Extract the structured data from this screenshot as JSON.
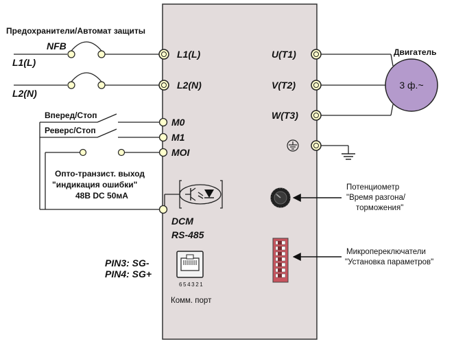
{
  "colors": {
    "panel": "#e3dcdc",
    "panel_border": "#333333",
    "motor": "#b49acc",
    "terminal_fill": "#ffffcc",
    "dip_switch": "#c9545e"
  },
  "labels": {
    "fuse_breaker": "Предохранители/Автомат защиты",
    "nfb": "NFB",
    "line1": "L1(L)",
    "line2": "L2(N)",
    "forward_stop": "Вперед/Стоп",
    "reverse_stop": "Реверс/Стоп",
    "opto_line1": "Опто-транзист. выход",
    "opto_line2": "\"индикация ошибки\"",
    "opto_line3": "48В DC 50мА",
    "pin3": "PIN3: SG-",
    "pin4": "PIN4: SG+",
    "motor_title": "Двигатель",
    "motor_text": "3 ф.~",
    "pot_line1": "Потенциометр",
    "pot_line2": "\"Время разгона/",
    "pot_line3": "торможения\"",
    "dip_line1": "Микропереключатели",
    "dip_line2": "\"Установка параметров\""
  },
  "terminals": {
    "l1": "L1(L)",
    "l2": "L2(N)",
    "m0": "M0",
    "m1": "M1",
    "moi": "MOI",
    "dcm": "DCM",
    "rs485": "RS-485",
    "u": "U(T1)",
    "v": "V(T2)",
    "w": "W(T3)"
  },
  "port": {
    "pins": "654321",
    "label": "Комм. порт"
  },
  "icons": {
    "ground": "ground-icon",
    "earth": "earth-symbol-icon",
    "optocoupler": "optocoupler-icon",
    "potentiometer": "potentiometer-knob-icon",
    "rj45": "rj45-port-icon"
  }
}
